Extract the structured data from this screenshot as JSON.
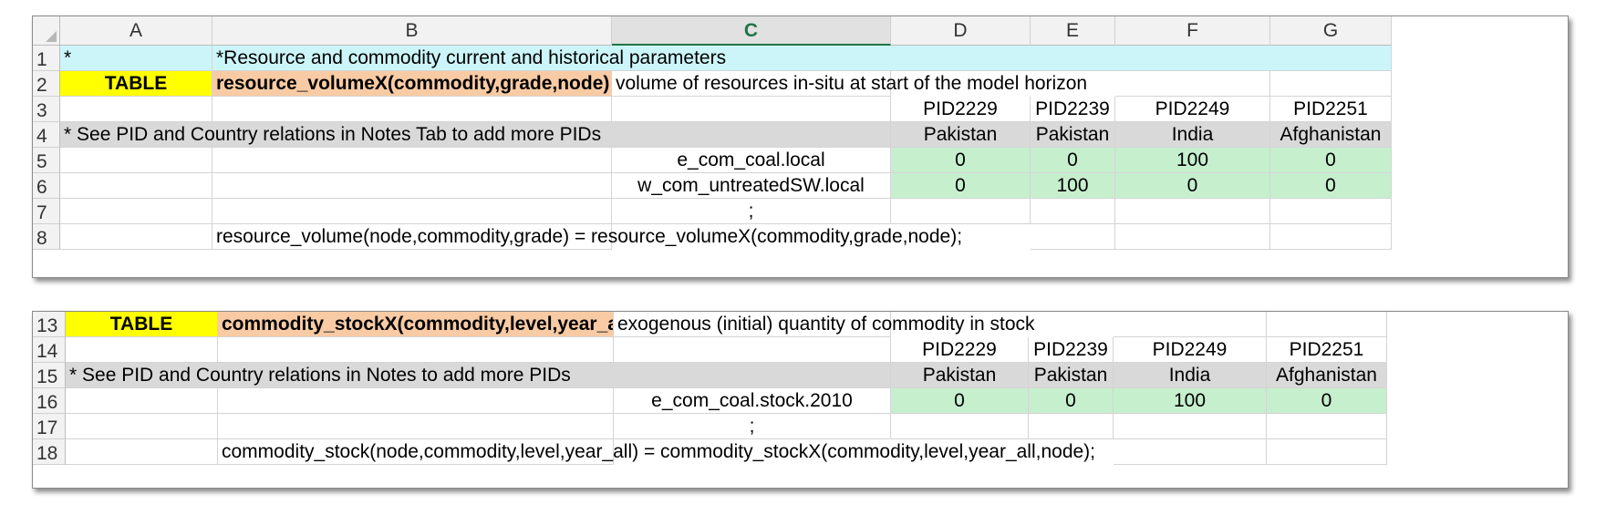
{
  "columns": [
    "A",
    "B",
    "C",
    "D",
    "E",
    "F",
    "G"
  ],
  "selected_column": "C",
  "sheet1": {
    "rows": [
      "1",
      "2",
      "3",
      "4",
      "5",
      "6",
      "7",
      "8"
    ],
    "r1_a": "*",
    "r1_b": "*Resource and commodity current and historical parameters",
    "r2_a": "TABLE",
    "r2_b": "resource_volumeX(commodity,grade,node)",
    "r2_c": "volume of resources in-situ at start of the model horizon",
    "r3": [
      "PID2229",
      "PID2239",
      "PID2249",
      "PID2251"
    ],
    "r4_a": "* See PID and Country relations in Notes Tab to add more PIDs",
    "r4": [
      "Pakistan",
      "Pakistan",
      "India",
      "Afghanistan"
    ],
    "r5_c": "e_com_coal.local",
    "r5": [
      "0",
      "0",
      "100",
      "0"
    ],
    "r6_c": "w_com_untreatedSW.local",
    "r6": [
      "0",
      "100",
      "0",
      "0"
    ],
    "r7_c": ";",
    "r8_b": "resource_volume(node,commodity,grade) = resource_volumeX(commodity,grade,node);"
  },
  "sheet2": {
    "rows": [
      "13",
      "14",
      "15",
      "16",
      "17",
      "18"
    ],
    "r13_a": "TABLE",
    "r13_b": "commodity_stockX(commodity,level,year_all,node)",
    "r13_c": "exogenous (initial) quantity of commodity in stock",
    "r14": [
      "PID2229",
      "PID2239",
      "PID2249",
      "PID2251"
    ],
    "r15_a": "* See PID and Country relations in Notes to add more PIDs",
    "r15": [
      "Pakistan",
      "Pakistan",
      "India",
      "Afghanistan"
    ],
    "r16_c": "e_com_coal.stock.2010",
    "r16": [
      "0",
      "0",
      "100",
      "0"
    ],
    "r17_c": ";",
    "r18_b": "commodity_stock(node,commodity,level,year_all) = commodity_stockX(commodity,level,year_all,node);"
  },
  "colors": {
    "header_band": "#ccf5f9",
    "table_tag": "#ffff00",
    "table_name": "#f8cba5",
    "note_band": "#d9d9d9",
    "values": "#c6efce",
    "selected_header": "#217346"
  }
}
